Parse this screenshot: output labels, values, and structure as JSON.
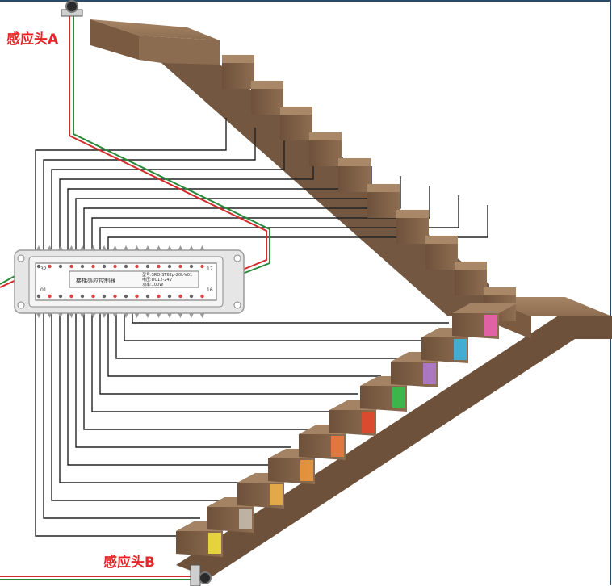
{
  "sensor_a": {
    "label": "感应头A"
  },
  "sensor_b": {
    "label": "感应头B"
  },
  "controller": {
    "name": "楼梯感应控制器",
    "corner_top_left": "32",
    "corner_top_right": "17",
    "corner_bottom_left": "01",
    "corner_bottom_right": "16",
    "spec_model": "型号:SRO-ST62p-20L-V01",
    "spec_voltage": "电压:DC12-24V",
    "spec_power": "功率:100W"
  },
  "colors": {
    "sensor_label": "#e5262a",
    "wood": "#8a6b50",
    "wire_red": "#d42a2a",
    "wire_green": "#2a8a3a",
    "wire_black": "#222222"
  },
  "step_lights_lower": [
    "#f4e63a",
    "#c7c0b0",
    "#f2b34a",
    "#f29a3a",
    "#f07a3a",
    "#e8452a",
    "#2ec44a",
    "#b07ad6",
    "#38b8e6",
    "#f062b4"
  ]
}
